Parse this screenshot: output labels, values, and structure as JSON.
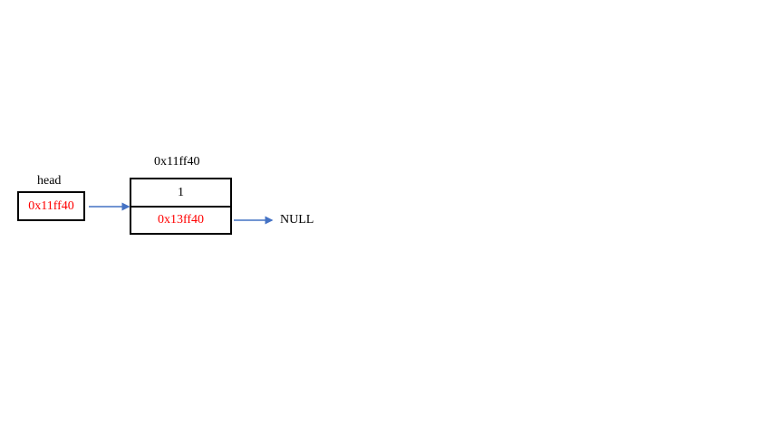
{
  "head": {
    "label": "head",
    "value": "0x11ff40"
  },
  "node": {
    "address": "0x11ff40",
    "data": "1",
    "next": "0x13ff40"
  },
  "terminator": "NULL",
  "colors": {
    "pointer_text": "#ff0000",
    "arrow": "#4472c4",
    "border": "#000000"
  }
}
